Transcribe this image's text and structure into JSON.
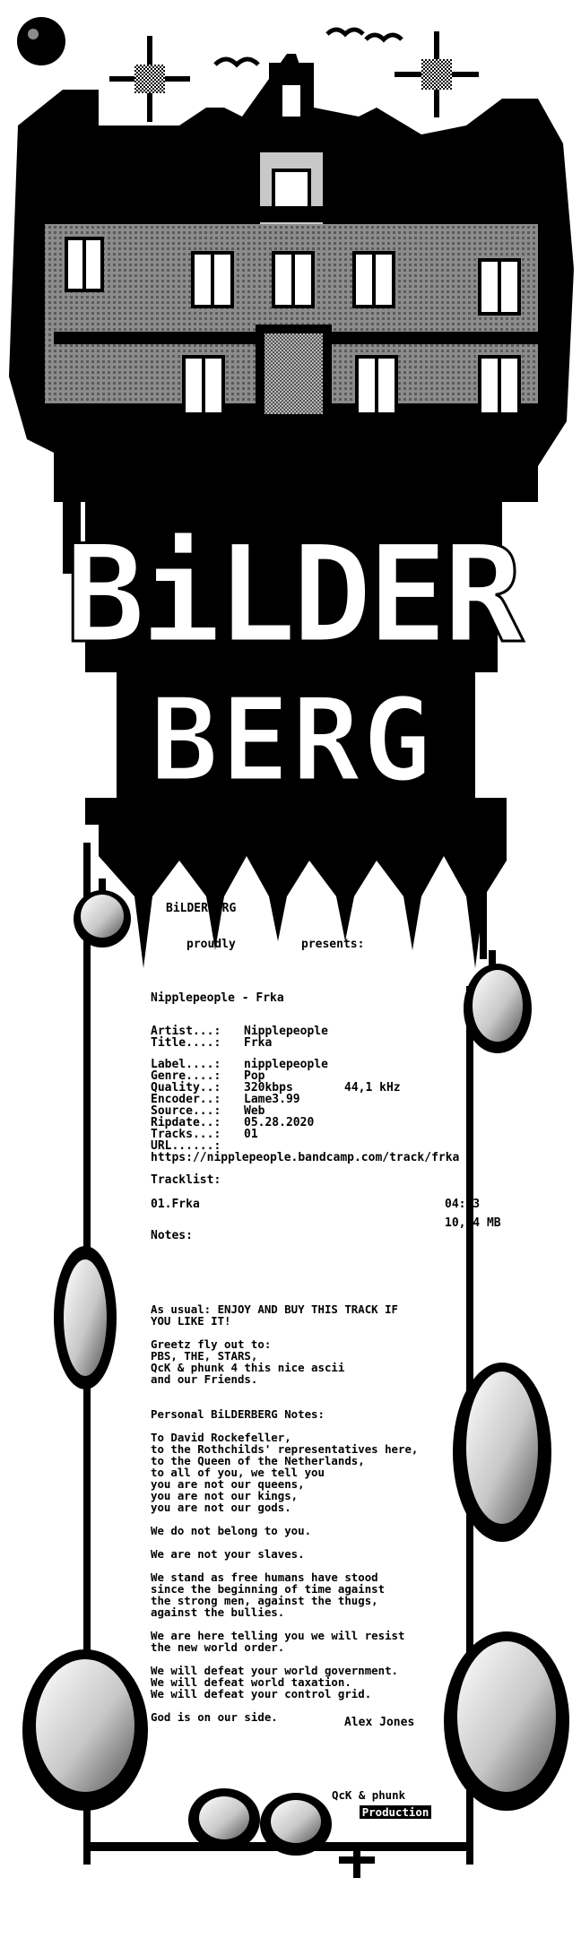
{
  "header": {
    "group": "BiLDERBERG",
    "proudly": "proudly",
    "presents": "presents:"
  },
  "release": {
    "title_line": "Nipplepeople - Frka",
    "info": [
      {
        "key": "Artist...:",
        "value": "Nipplepeople"
      },
      {
        "key": "Title....:",
        "value": "Frka"
      },
      {
        "key": "Label....:",
        "value": "nipplepeople"
      },
      {
        "key": "Genre....:",
        "value": "Pop"
      },
      {
        "key": "Quality..:",
        "value": "320kbps",
        "extra": "44,1 kHz"
      },
      {
        "key": "Encoder..:",
        "value": "Lame3.99"
      },
      {
        "key": "Source...:",
        "value": "Web"
      },
      {
        "key": "Ripdate..:",
        "value": "05.28.2020"
      },
      {
        "key": "Tracks...:",
        "value": "01"
      },
      {
        "key": "URL......:",
        "value": ""
      }
    ],
    "url": "https://nipplepeople.bandcamp.com/track/frka",
    "tracklist_label": "Tracklist:",
    "track": "01.Frka",
    "duration": "04:23",
    "size": "10,04 MB",
    "notes_label": "Notes:"
  },
  "body_text": "As usual: ENJOY AND BUY THIS TRACK IF\nYOU LIKE IT!\n\nGreetz fly out to:\nPBS, THE, STARS,\nQcK & phunk 4 this nice ascii\nand our Friends.\n\n\nPersonal BiLDERBERG Notes:\n\nTo David Rockefeller,\nto the Rothchilds' representatives here,\nto the Queen of the Netherlands,\nto all of you, we tell you\nyou are not our queens,\nyou are not our kings,\nyou are not our gods.\n\nWe do not belong to you.\n\nWe are not your slaves.\n\nWe stand as free humans have stood\nsince the beginning of time against\nthe strong men, against the thugs,\nagainst the bullies.\n\nWe are here telling you we will resist\nthe new world order.\n\nWe will defeat your world government.\nWe will defeat world taxation.\nWe will defeat your control grid.\n\nGod is on our side.",
  "signature": "Alex Jones",
  "credits": {
    "artists": "QcK & phunk",
    "production": "Production"
  },
  "logo": {
    "line1": "BiLDER",
    "line2": "BERG"
  },
  "colors": {
    "ink": "#000000",
    "paper": "#ffffff",
    "mid_gray": "#8c8c8c",
    "light_gray": "#c8c8c8"
  }
}
